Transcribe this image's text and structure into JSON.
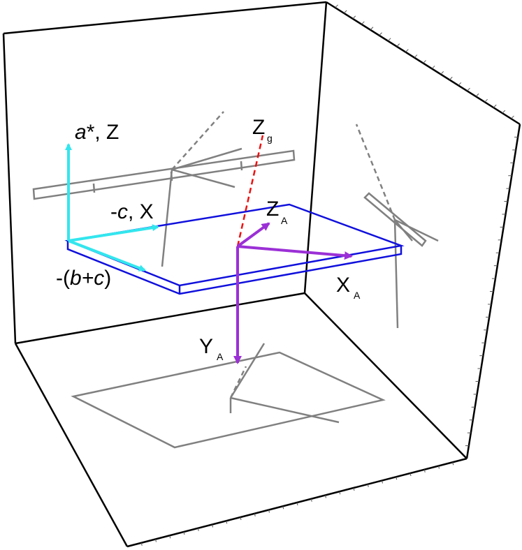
{
  "labels": {
    "astar_a": "a",
    "astar_rest": "*, Z",
    "minus_c_prefix": "-",
    "minus_c_c": "c",
    "minus_c_rest": ", X",
    "bc_prefix": "-(",
    "bc_italic": "b+c",
    "bc_suffix": ")",
    "zg_main": "Z",
    "zg_sub": "g",
    "za_main": "Z",
    "za_sub": "A",
    "xa_main": "X",
    "xa_sub": "A",
    "ya_main": "Y",
    "ya_sub": "A"
  },
  "colors": {
    "box": "#000000",
    "plate": "#1010dd",
    "crystal_axes": "#33e6ee",
    "molecule_axes": "#9b30d6",
    "projection": "#808080",
    "zg_dashed": "#ee1111"
  }
}
